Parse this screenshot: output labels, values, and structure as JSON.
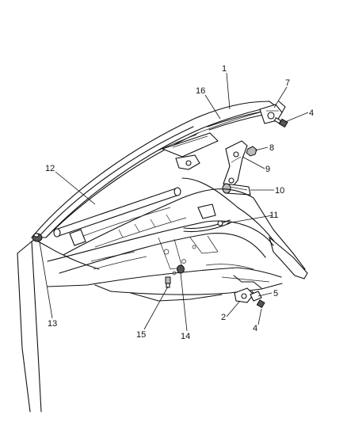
{
  "callouts": {
    "c1": "1",
    "c2": "2",
    "c4a": "4",
    "c4b": "4",
    "c5": "5",
    "c7": "7",
    "c8": "8",
    "c9": "9",
    "c10": "10",
    "c11": "11",
    "c12": "12",
    "c13": "13",
    "c14": "14",
    "c15": "15",
    "c16": "16"
  }
}
